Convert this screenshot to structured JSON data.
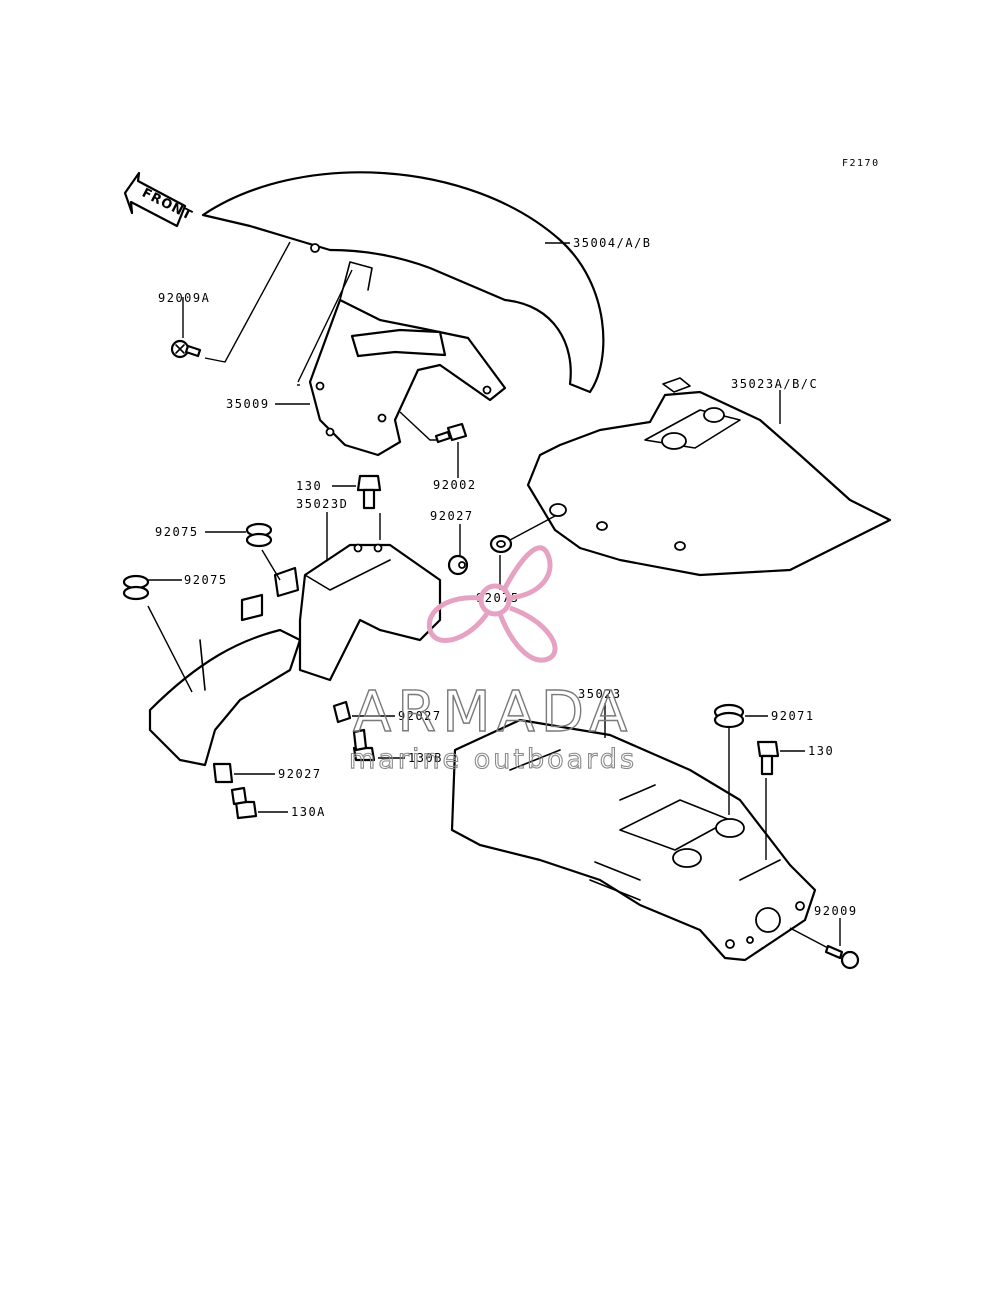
{
  "diagram_code": "F2170",
  "front_label": "FRONT",
  "callouts": {
    "p35004": "35004/A/B",
    "p92009A": "92009A",
    "p35009": "35009",
    "p82002": "92002",
    "p35023ABC": "35023A/B/C",
    "p130_top": "130",
    "p35023D": "35023D",
    "p92027_mid": "92027",
    "p92075_a": "92075",
    "p92075_b": "92075",
    "p92075_c": "92075",
    "p92027_b": "92027",
    "p130B": "130B",
    "p92027_c": "92027",
    "p130A": "130A",
    "p35023": "35023",
    "p92071": "92071",
    "p130_right": "130",
    "p92009": "92009"
  },
  "watermark": {
    "brand": "ARMADA",
    "tagline": "marine outboards",
    "prop_color": "#e6a2c2",
    "text_color": "#7a7a7a"
  }
}
